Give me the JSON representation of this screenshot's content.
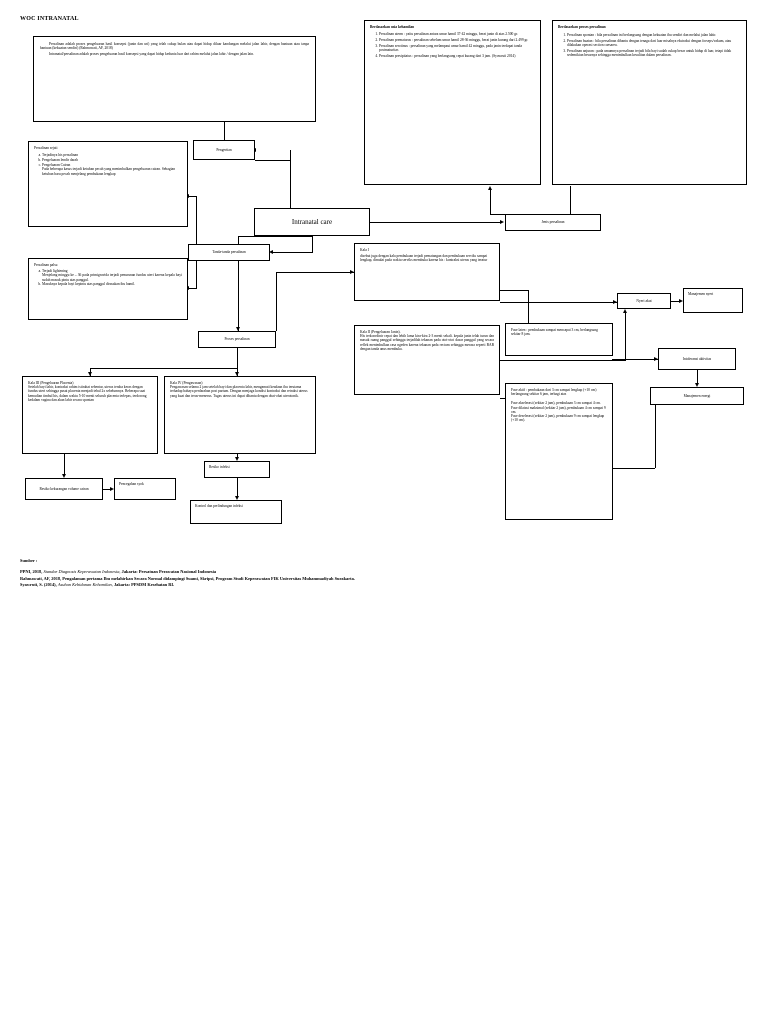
{
  "document": {
    "title": "WOC INTRANATAL"
  },
  "definition_box": {
    "paragraph1": "Persalinan adalah proses pengeluaran hasil konsepsi (janin dan uri) yang telah cukup bulan atau dapat hidup diluar kandungan melalui jalan lahir, dengan bantuan atau tanpa bantuan (kekuatan sendiri) (Rahmawati, AF, 2018)",
    "paragraph2": "Intranatal/persalinan adalah proses pengeluaran hasil konsepsi yang dapat hidup kedunia luar dari rahim melalui jalan lahir / dengan jalan lain."
  },
  "nodes": {
    "pengertian": "Pengertian",
    "intranatal_care": "Intranatal care",
    "jenis_persalinan": "Jenis persalinan",
    "tanda_tanda_persalinan": "Tanda-tanda persalinan",
    "proses_persalinan": "Proses persalinan",
    "nyeri_akut": "Nyeri akut",
    "manajemen_nyeri": "Manajemen nyeri",
    "intoleransi_aktivitas": "Intoleransi aktivitas",
    "manajemen_energi": "Manajemen energi",
    "resiko_kekurangan_volume_cairan": "Resiko kekurangan volume cairan",
    "pencegahan_syok": "Pencegahan syok",
    "resiko_infeksi": "Resiko infeksi",
    "kontrol_perlindungan_infeksi": "Kontrol dan perlindungan infeksi"
  },
  "usia_kehamilan": {
    "heading": "Berdasarkan usia kehamilan",
    "items": [
      "Persalinan aterm : yaitu persalinan antara umur hamil 37-42 minggu, berat janin di atas 2.500 gr.",
      "Persalinan prematurus : persalinan sebelum umur hamil 28-36 minggu, berat janin kurang dari 2.499 gr.",
      "Persalinan serotinus : persalinan yang melampaui umur hamil 42 minggu, pada janin terdapat tanda postmaturitas",
      "Persalinan presipitatus : persalinan yang berlangsung cepat kurang dari 3 jam. (Syawruti 2014)"
    ]
  },
  "proses_persalinan_box": {
    "heading": "Berdasarkan proses persalinan",
    "items": [
      "Persalinan spontan : bila persalinan ini berlangsung dengan kekuatan ibu sendiri dan melalui jalan lahir.",
      "Persalinan buatan : bila persalinan dibantu dengan tenaga dari luar misalnya ekstraksi dengan forseps/vakum, atau dilakukan operasi section caesarea.",
      "Persalinan anjuran : pada umumnya persalinan terjadi bila bayi sudah cukup besar untuk hidup di luar, tetapi tidak sedemikian besarnya sehingga menimbulkan kesulitan dalam persalinan."
    ]
  },
  "persalinan_sejati": {
    "heading": "Persalinan sejati",
    "items": [
      "Terjadinya his persalinan",
      "Pengeluaran lendir darah",
      "Pengeluaran Cairan"
    ],
    "extra": "Pada beberapa kasus terjadi ketuban pecah yang menimbulkan pengeluaran cairan. Sebagian ketuban baru pecah menjelang pembukaan lengkap"
  },
  "persalinan_palsu": {
    "heading": "Persalinan palsu",
    "item_a_title": "Terjadi lightening",
    "item_a_body": "Menjelang minggu ke – 36 pada primigravida terjadi penurunan fundus uteri karena kepala bayi sudah masuk pintu atas panggul.",
    "item_b": "Masuknya kepala bayi kepintu atas panggul dirasakan ibu hamil."
  },
  "kala_i": {
    "heading": "Kala I",
    "body": "disebut juga dengan kala pembukaan terjadi pematangan dan pembukaan serviks sampai lengkap, dimulai pada waktu serviks membuka karena his : kontraksi uterus yang teratur"
  },
  "kala_ii": {
    "heading": "Kala II (Pengeluaran Janin).",
    "body": "His terkoordinir cepat dan lebih lama kira-kira 2-3 menit sekali. kepala janin telah turun dan masuk ruang panggul sehingga terjadilah tekanan pada otot-otot dasar panggul yang secara reflek menimbulkan rasa ngeden karena tekanan pada rectum sehingga merasa seperti BAB dengan tanda anus membuka."
  },
  "kala_iii": {
    "heading": "Kala III (Pengeluaran Placenta)",
    "body": "Setelah bayi lahir, kontraksi rahim istirahat sebentar, uterus teraba keras dengan fundus uteri sehingga pusat placenta menjadi tebal 2x sebelumnya. Beberapa saat kemudian timbul his, dalam waktu 5-10 menit seluruh placenta terlepas, terdorong kedalam vagina dan akan lahir secara spontan"
  },
  "kala_iv": {
    "heading": "Kala IV (Pengawasan)",
    "body": "Pengawasan selama 2 jam setelah bayi dan placenta lahir, mengamati keadaan ibu terutama terhadap bahaya perdarahan post partum. Dengan menjaga kondisi kontraksi dan retraksi uterus yang kuat dan terus-menerus. Tugas uterus ini dapat dibantu dengan obat-obat uterotonik."
  },
  "fase_laten": {
    "body": "Fase laten : pembukaan sampai mencapai 3 cm, berlangsung sekitar 8 jam."
  },
  "fase_aktif": {
    "line1": "Fase aktif : pembukaan dari 3 cm sampai lengkap (+10 cm) berlangsung sekitar 6 jam, terbagi atas",
    "line2": "Fase akselerasi (sekitar 2 jam), pembukaan 3 cm sampai 4 cm.",
    "line3": "Fase dilatasi maksimal (sekitar 2 jam), pembukaan 4 cm sampai 9 cm.",
    "line4": "Fase deselerasi (sekitar 2 jam), pembukaan 9 cm sampai lengkap (+10 cm)."
  },
  "sources": {
    "label": "Sumber :",
    "entries": [
      {
        "author": "PPNI, 2018,",
        "italic": "Standar Diagnosis Keperawatan Indonesia,",
        "rest": "Jakarta: Persatuan Perawatan Nasional Indonesia"
      },
      {
        "author": "Rahmawati, AF, 2018,",
        "italic": "",
        "rest": "Pengalaman pertama Ibu melahirkan Secara Normal didampingi Suami, Skripsi, Program Studi Keperawatan FIK Universitas Muhammadiyah Surakarta."
      },
      {
        "author": "Syawruti, S. (2014),",
        "italic": "Asuhan Kebidanan Kehamilan,",
        "rest": "Jakarta: PPSDM Kesehatan RI."
      }
    ]
  }
}
